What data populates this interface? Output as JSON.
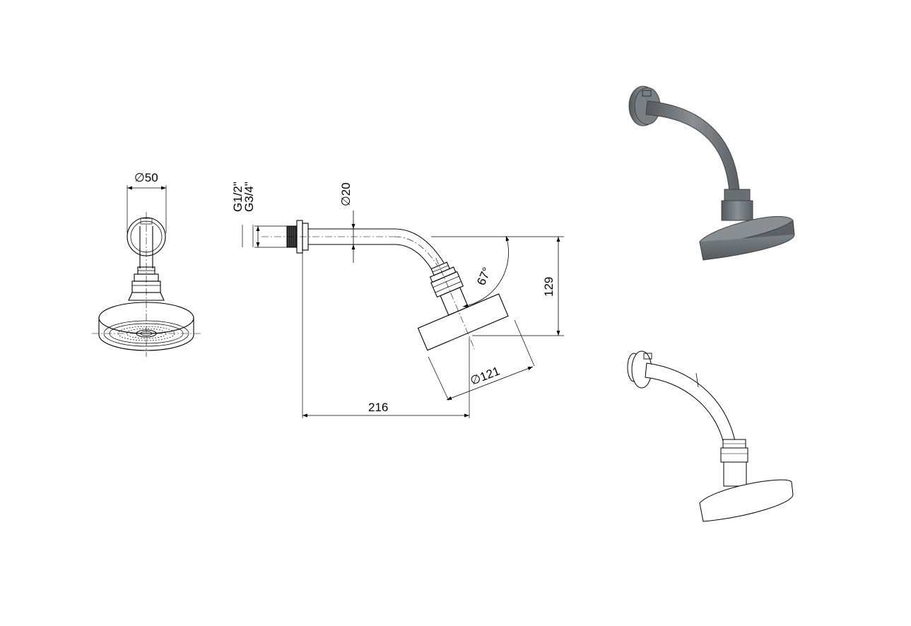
{
  "front_view": {
    "dia_head_label": "∅50"
  },
  "side_view": {
    "thread_label_1": "G1/2\"",
    "thread_label_2": "G3/4\"",
    "pipe_dia_label": "∅20",
    "angle_label": "67°",
    "height_label": "129",
    "head_dia_label": "∅121",
    "length_label": "216"
  },
  "render_views": [
    {
      "finish": "gunmetal",
      "color": "#6f7478"
    },
    {
      "finish": "line-outline",
      "color": "#ffffff"
    }
  ]
}
